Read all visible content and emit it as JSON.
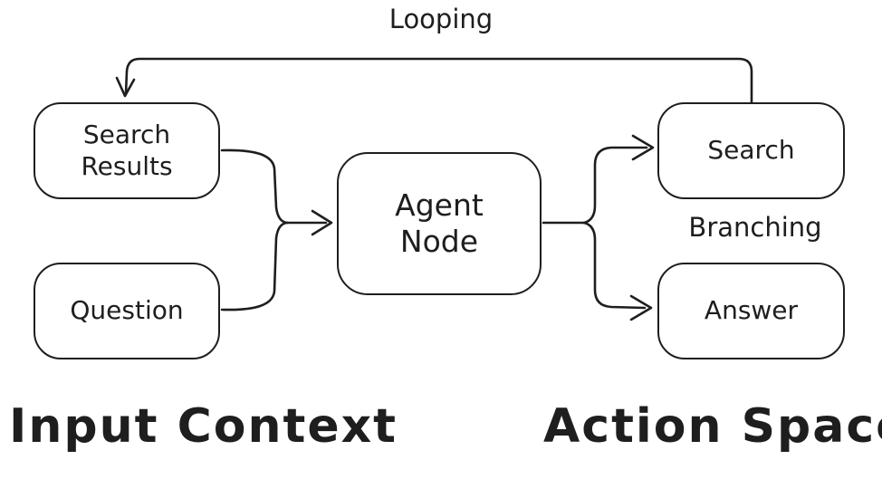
{
  "colors": {
    "stroke": "#1e1e1e",
    "background": "#ffffff"
  },
  "nodes": {
    "search_results": {
      "line1": "Search",
      "line2": "Results"
    },
    "question": {
      "label": "Question"
    },
    "agent_node": {
      "line1": "Agent",
      "line2": "Node"
    },
    "search": {
      "label": "Search"
    },
    "answer": {
      "label": "Answer"
    }
  },
  "edge_labels": {
    "looping": "Looping",
    "branching": "Branching"
  },
  "sections": {
    "input_context": {
      "label": "Input Context"
    },
    "action_space": {
      "label": "Action Space"
    }
  },
  "edges": [
    {
      "from": "search",
      "to": "search_results",
      "label": "Looping"
    },
    {
      "from": "search_results",
      "to": "agent_node"
    },
    {
      "from": "question",
      "to": "agent_node"
    },
    {
      "from": "agent_node",
      "to": "search"
    },
    {
      "from": "agent_node",
      "to": "answer"
    }
  ]
}
